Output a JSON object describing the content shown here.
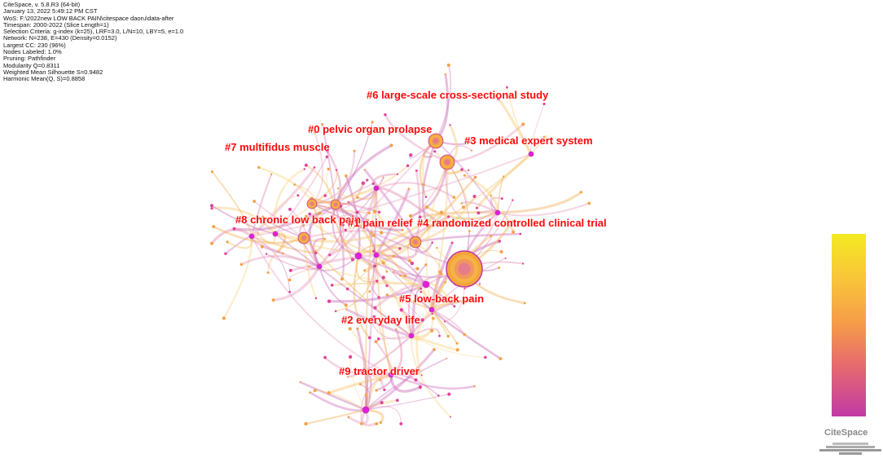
{
  "info_lines": [
    "CiteSpace, v. 5.8.R3 (64-bit)",
    "January 13, 2022 5:49:12 PM CST",
    "WoS: F:\\2022new LOW BACK PAIN\\citespace daoru\\data-after",
    "Timespan: 2000-2022 (Slice Length=1)",
    "Selection Criteria: g-index (k=25), LRF=3.0, L/N=10, LBY=5, e=1.0",
    "Network: N=238, E=430 (Density=0.0152)",
    "Largest CC: 230 (96%)",
    "Nodes Labeled: 1.0%",
    "Pruning: Pathfinder",
    "Modularity Q=0.8311",
    "Weighted Mean Silhouette S=0.9482",
    "Harmonic Mean(Q, S)=0.8858"
  ],
  "clusters": [
    {
      "label": "#6 large-scale cross-sectional study"
    },
    {
      "label": "#0 pelvic organ prolapse"
    },
    {
      "label": "#3 medical expert system"
    },
    {
      "label": "#7 multifidus muscle"
    },
    {
      "label": "#8 chronic low back pain"
    },
    {
      "label": "#1 pain relief"
    },
    {
      "label": "#4 randomized controlled clinical trial"
    },
    {
      "label": "#5 low-back pain"
    },
    {
      "label": "#2 everyday life"
    },
    {
      "label": "#9 tractor driver"
    }
  ],
  "colors": {
    "label": "#ff0a0a",
    "bar_top": "#f4ea22",
    "bar_bottom": "#c23aa6",
    "edge_old": "#c86eb8",
    "edge_new": "#f8d060",
    "node_hub": "#e01ee0"
  },
  "logo_text": "CiteSpace"
}
